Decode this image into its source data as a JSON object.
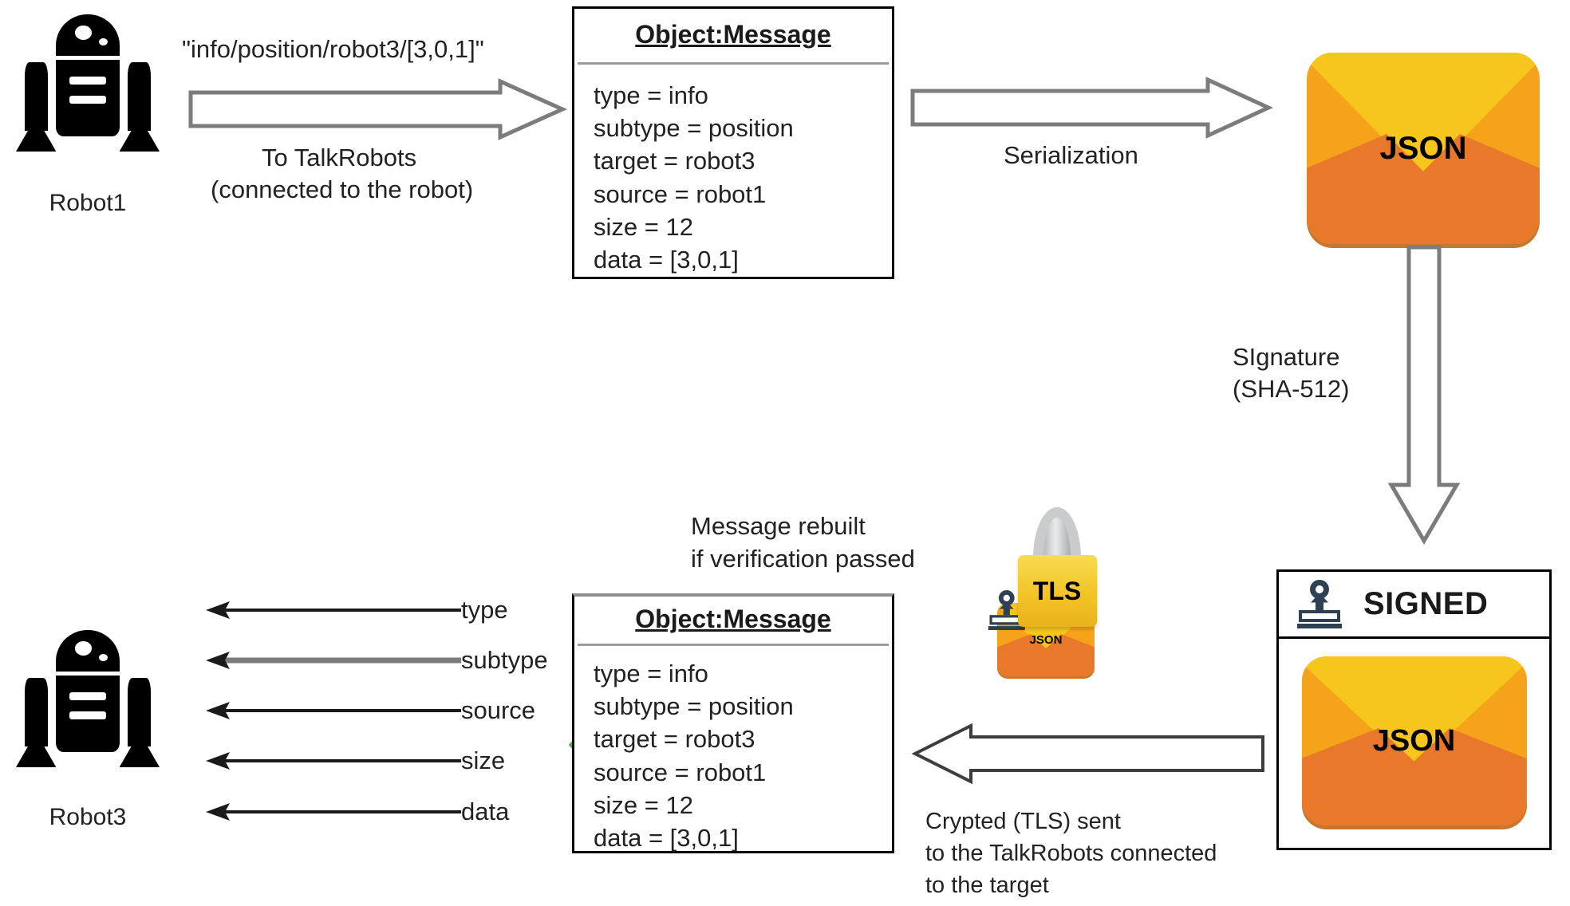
{
  "diagram": {
    "title": "Robot message signing and transport flow",
    "colors": {
      "envelope_flap": "#F7C61C",
      "envelope_side": "#F5A31A",
      "envelope_bottom": "#E8792A",
      "check_green": "#4BAE4F",
      "lock_yellow": "#F2C427",
      "stamp_navy": "#2E4052",
      "arrow_gray": "#808080",
      "box_border": "#000000"
    },
    "nodes": {
      "robot1": {
        "label": "Robot1",
        "icon": "robot-icon"
      },
      "robot3": {
        "label": "Robot3",
        "icon": "robot-icon"
      },
      "json_envelope_top": {
        "label": "JSON",
        "icon": "envelope-icon"
      },
      "json_envelope_signed": {
        "label": "JSON",
        "icon": "envelope-icon"
      },
      "json_envelope_small": {
        "label": "JSON",
        "icon": "envelope-icon"
      },
      "signed_panel": {
        "header_label": "SIGNED",
        "icon": "stamp-icon"
      },
      "tls_lock": {
        "label": "TLS",
        "icon": "padlock-icon"
      },
      "verification_check": {
        "icon": "green-check-icon"
      }
    },
    "message_box_top": {
      "title": "Object:Message",
      "fields": [
        "type = info",
        "subtype = position",
        "target = robot3",
        "source = robot1",
        "size = 12",
        "data = [3,0,1]"
      ]
    },
    "message_box_bottom": {
      "title": "Object:Message",
      "fields": [
        "type = info",
        "subtype = position",
        "target = robot3",
        "source = robot1",
        "size = 12",
        "data = [3,0,1]"
      ]
    },
    "arrows": {
      "send": {
        "above_label": "\"info/position/robot3/[3,0,1]\"",
        "below_label_line1": "To TalkRobots",
        "below_label_line2": "(connected to the robot)"
      },
      "serialization": {
        "label": "Serialization"
      },
      "signature": {
        "line1": "SIgnature",
        "line2": "(SHA-512)"
      },
      "crypted": {
        "line1": "Crypted (TLS) sent",
        "line2": "to the TalkRobots connected",
        "line3": "to the target"
      }
    },
    "rebuilt_note": {
      "line1": "Message rebuilt",
      "line2": "if verification passed"
    },
    "field_outputs": [
      {
        "label": "type"
      },
      {
        "label": "subtype"
      },
      {
        "label": "source"
      },
      {
        "label": "size"
      },
      {
        "label": "data"
      }
    ]
  }
}
